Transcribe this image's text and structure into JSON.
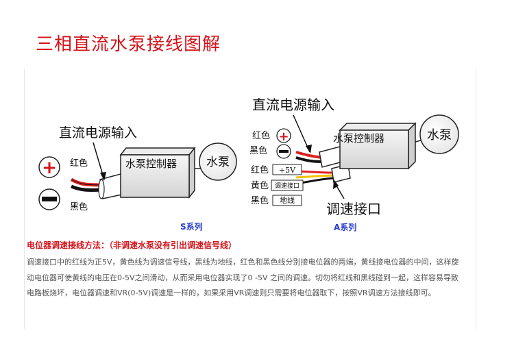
{
  "title": "三相直流水泵接线图解",
  "left_diagram": {
    "input_label": "直流电源输入",
    "red_label": "红色",
    "black_label": "黑色",
    "plus_sign": "+",
    "minus_sign": "−",
    "controller": "水泵控制器",
    "pump": "水泵",
    "series_label": "S系列"
  },
  "right_diagram": {
    "input_label": "直流电源输入",
    "red_top": "红色",
    "black_top": "黑色",
    "plus_sign": "+",
    "minus_sign": "−",
    "controller": "水泵控制器",
    "pump": "水泵",
    "wire_rows": [
      {
        "color": "红色",
        "tag": "+5V"
      },
      {
        "color": "黄色",
        "tag": "调速接口"
      },
      {
        "color": "黑色",
        "tag": "地线"
      }
    ],
    "speed_label": "调速接口",
    "series_label": "A系列"
  },
  "method_title": "电位器调速接线方法：（非调速水泵没有引出调速信号线）",
  "paragraph": "调速接口中的红线为正5V，黄色线为调速信号线，黑线为地线，红色和黑色线分别接电位器的两端，黄线接电位器的中间，这样旋动电位器可使黄线的电压在0-5V之间滑动，从而采用电位器实现了0 -5V 之间的调速。切勿将红线和黑线碰到一起，这样容易导致电路板烧坏，电位器调速和VR(0-5V)调速是一样的，如果采用VR调速则只需要将电位器取下，按照VR调速方法接线即可。",
  "colors": {
    "accent_red": "#d4141b",
    "series_blue": "#2b3fd1",
    "wire_yellow": "#f2c400",
    "wire_red": "#e02020"
  }
}
